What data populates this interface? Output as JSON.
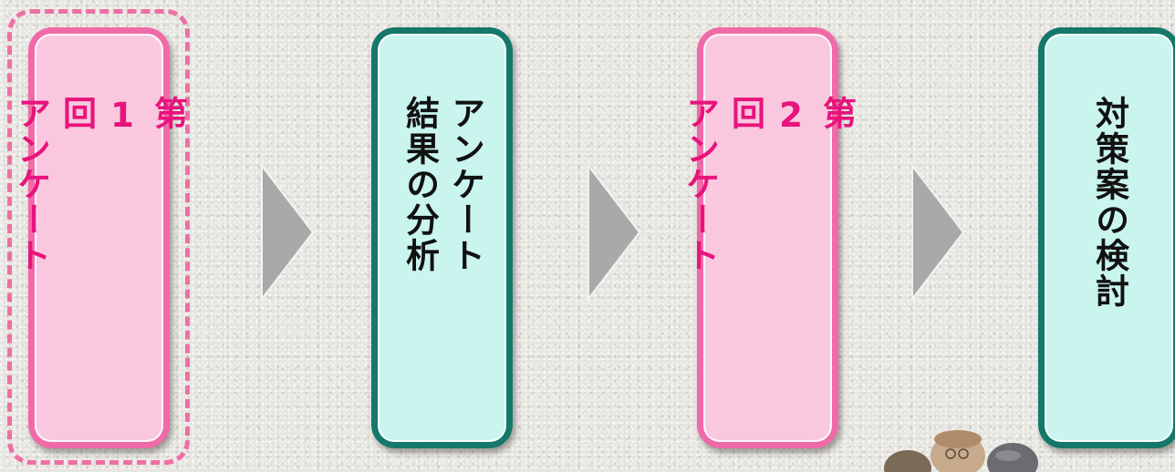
{
  "flow": {
    "steps": [
      {
        "label": "第\n1\n回\nアンケート",
        "color": "pink",
        "selected": true
      },
      {
        "label": "アンケート\n結果の分析",
        "color": "teal",
        "selected": false
      },
      {
        "label": "第\n2\n回\nアンケート",
        "color": "pink",
        "selected": false
      },
      {
        "label": "対策案の検討",
        "color": "teal",
        "selected": false
      }
    ],
    "arrow_icon": "chevron-right-triangle",
    "illustration": "people-illustration"
  },
  "colors": {
    "pink_border": "#f06aa8",
    "pink_fill": "#f9c8de",
    "pink_text": "#e8137c",
    "teal_border": "#14786a",
    "teal_fill": "#c9f5ee",
    "teal_text": "#111111",
    "arrow_fill": "#a9a9a9",
    "selection_dash": "#ee6fa6"
  }
}
